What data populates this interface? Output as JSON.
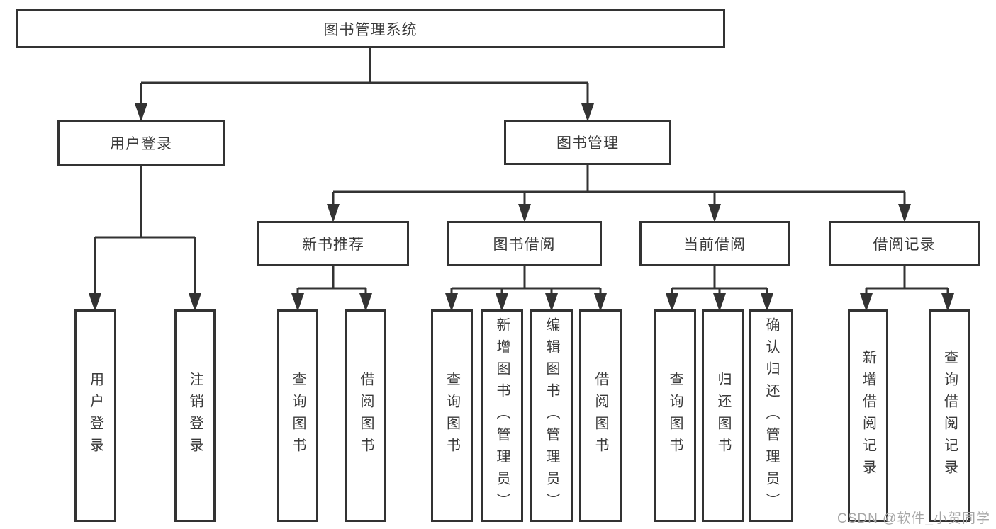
{
  "diagram_type": "hierarchy",
  "tree": {
    "label": "图书管理系统",
    "children": [
      {
        "label": "用户登录",
        "children": [
          {
            "label": "用户登录"
          },
          {
            "label": "注销登录"
          }
        ]
      },
      {
        "label": "图书管理",
        "children": [
          {
            "label": "新书推荐",
            "children": [
              {
                "label": "查询图书"
              },
              {
                "label": "借阅图书"
              }
            ]
          },
          {
            "label": "图书借阅",
            "children": [
              {
                "label": "查询图书"
              },
              {
                "label": "新增图书（管理员）"
              },
              {
                "label": "编辑图书（管理员）"
              },
              {
                "label": "借阅图书"
              }
            ]
          },
          {
            "label": "当前借阅",
            "children": [
              {
                "label": "查询图书"
              },
              {
                "label": "归还图书"
              },
              {
                "label": "确认归还（管理员）"
              }
            ]
          },
          {
            "label": "借阅记录",
            "children": [
              {
                "label": "新增借阅记录"
              },
              {
                "label": "查询借阅记录"
              }
            ]
          }
        ]
      }
    ]
  },
  "watermark": {
    "text": "CSDN @软件_小贺同学"
  },
  "colors": {
    "line": "#333333",
    "box_border": "#333333",
    "box_fill": "#ffffff",
    "text": "#3a3a3a",
    "watermark": "#a6a6a6",
    "background": "#ffffff"
  }
}
